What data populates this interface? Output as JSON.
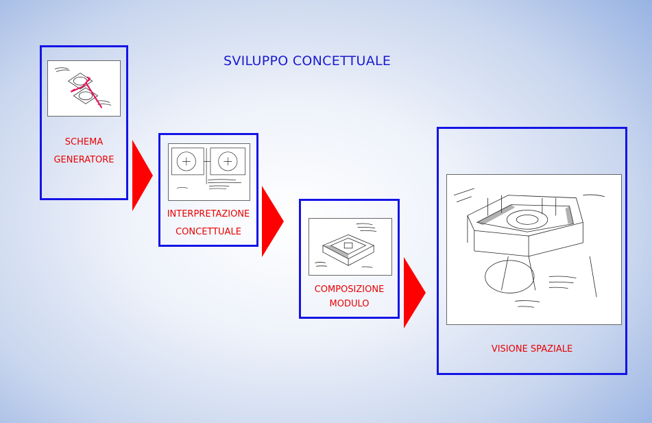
{
  "title": "SVILUPPO CONCETTUALE",
  "steps": [
    {
      "line1": "SCHEMA",
      "line2": "GENERATORE"
    },
    {
      "line1": "INTERPRETAZIONE",
      "line2": "CONCETTUALE"
    },
    {
      "line1": "COMPOSIZIONE",
      "line2": "MODULO"
    },
    {
      "line1": "VISIONE SPAZIALE"
    }
  ],
  "colors": {
    "border": "#1414e6",
    "label": "#e80000",
    "arrow": "#ff0000",
    "title": "#1a1ad0"
  },
  "icons": [
    "sketch-image",
    "right-arrow"
  ]
}
